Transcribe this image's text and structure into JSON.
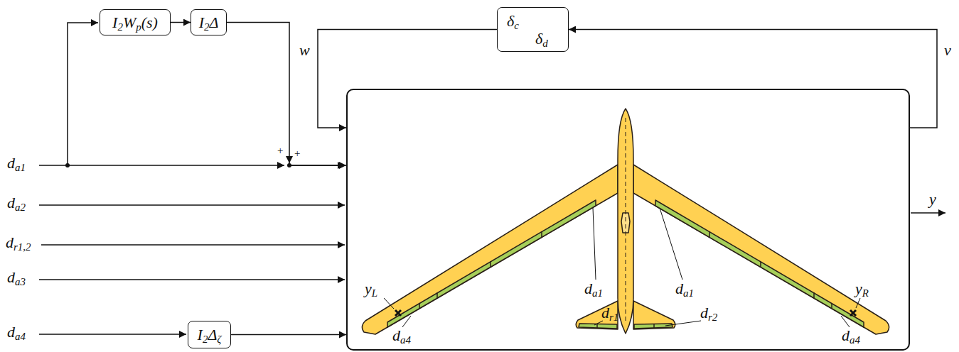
{
  "diagram": {
    "nodes": [
      {
        "text": [
          "δc",
          "δd"
        ]
      },
      {
        "text": [
          "I2Wp(s)"
        ]
      },
      {
        "text": [
          "I2Δ"
        ]
      },
      {
        "text": [
          "yL",
          "da1",
          "da1",
          "yR",
          "da4",
          "dr1",
          "dr2",
          "da4"
        ]
      },
      {
        "text": [
          "I2Δζ"
        ]
      }
    ],
    "edges": [
      {
        "from": 3,
        "to": 0,
        "arrow": "to",
        "label": "v"
      },
      {
        "from": 0,
        "to": 3,
        "arrow": "to",
        "label": "w"
      },
      {
        "from": 1,
        "to": 2,
        "arrow": "to"
      },
      {
        "from": 2,
        "to": 3,
        "arrow": "to"
      },
      {
        "from": 4,
        "to": 3,
        "arrow": "to"
      }
    ],
    "labels": [
      "da1",
      "da2",
      "dr1,2",
      "da3",
      "da4",
      "+",
      "+",
      "y"
    ]
  }
}
